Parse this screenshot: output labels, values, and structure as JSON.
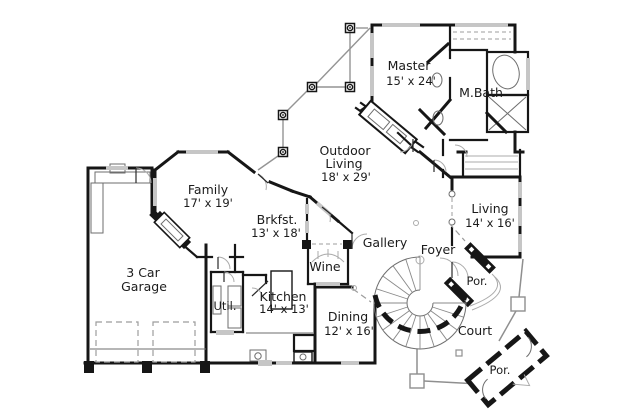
{
  "plan": {
    "type": "architectural-floor-plan",
    "palette": {
      "background": "#ffffff",
      "walls": "#161616",
      "windows": "#c6c6c6",
      "deck_lines": "#949494",
      "text": "#1b1b1b"
    },
    "rooms": [
      {
        "id": "master",
        "name": "Master",
        "dims": "15' x 24'"
      },
      {
        "id": "m-bath",
        "name": "M.Bath"
      },
      {
        "id": "outdoor-living",
        "name": "Outdoor Living",
        "name_line1": "Outdoor",
        "name_line2": "Living",
        "dims": "18' x 29'"
      },
      {
        "id": "family",
        "name": "Family",
        "dims": "17' x 19'"
      },
      {
        "id": "brkfst",
        "name": "Brkfst.",
        "dims": "13' x 18'"
      },
      {
        "id": "living",
        "name": "Living",
        "dims": "14' x 16'"
      },
      {
        "id": "garage",
        "name": "3 Car Garage",
        "name_line1": "3 Car",
        "name_line2": "Garage"
      },
      {
        "id": "util",
        "name": "Util."
      },
      {
        "id": "kitchen",
        "name": "Kitchen",
        "dims": "14' x 13'"
      },
      {
        "id": "wine",
        "name": "Wine"
      },
      {
        "id": "gallery",
        "name": "Gallery"
      },
      {
        "id": "foyer",
        "name": "Foyer"
      },
      {
        "id": "dining",
        "name": "Dining",
        "dims": "12' x 16'"
      },
      {
        "id": "porch-entry",
        "name": "Por."
      },
      {
        "id": "court",
        "name": "Court"
      },
      {
        "id": "porch-rear",
        "name": "Por."
      }
    ],
    "features": [
      {
        "icon": "spiral-staircase-icon",
        "location": "foyer"
      },
      {
        "icon": "bathtub-icon",
        "location": "m-bath"
      },
      {
        "icon": "corner-shower-icon",
        "location": "m-bath"
      },
      {
        "icon": "fireplace-icon",
        "location": "family"
      },
      {
        "icon": "fireplace-icon",
        "location": "outdoor-living"
      },
      {
        "icon": "column-post-icon",
        "location": "outdoor-living"
      },
      {
        "icon": "garage-door-icon",
        "location": "garage"
      },
      {
        "icon": "kitchen-island-icon",
        "location": "kitchen"
      },
      {
        "icon": "washer-dryer-icon",
        "location": "util"
      }
    ]
  }
}
